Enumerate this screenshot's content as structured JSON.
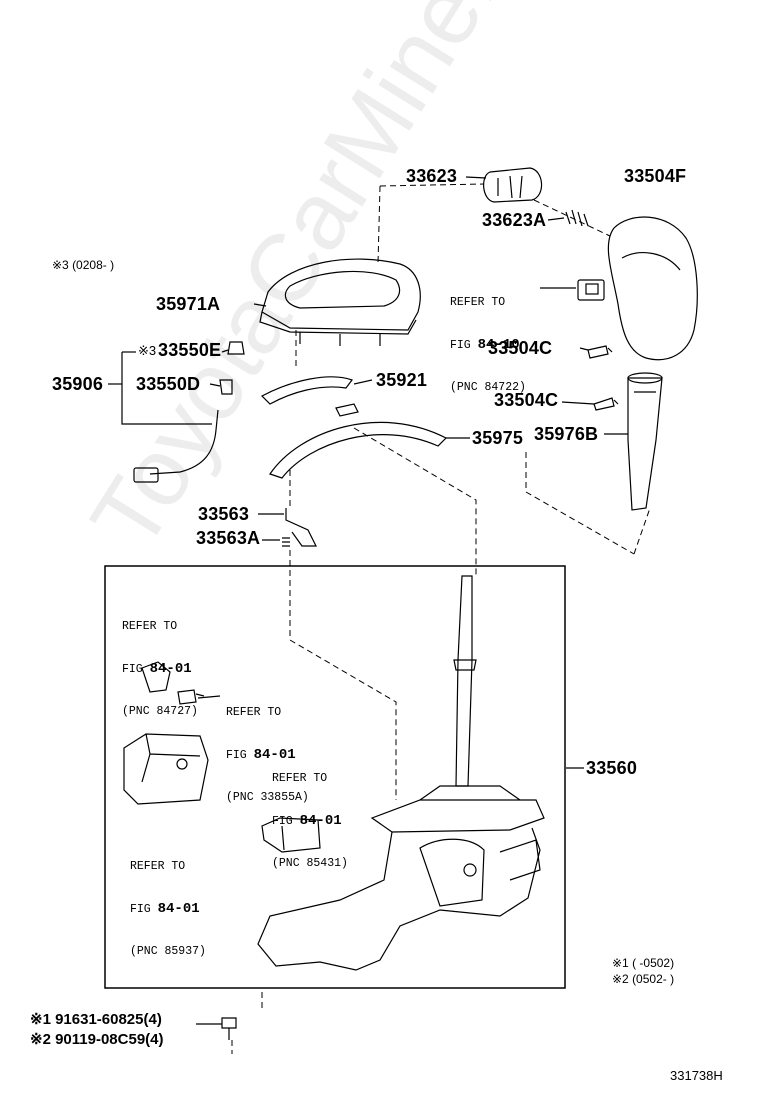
{
  "watermark": "ToyotaCarMine.ru",
  "labels": {
    "p33623": "33623",
    "p33504F": "33504F",
    "p33623A": "33623A",
    "p35971A": "35971A",
    "p33550E": "33550E",
    "p33550E_mark": "※3",
    "p35906": "35906",
    "p33550D": "33550D",
    "p35921": "35921",
    "p33504C_a": "33504C",
    "p33504C_b": "33504C",
    "p35975": "35975",
    "p35976B": "35976B",
    "p33563": "33563",
    "p33563A": "33563A",
    "p33560": "33560"
  },
  "notes": {
    "n3": "※3 (0208-      )",
    "n1": "※1 (    -0502)",
    "n2": "※2 (0502-     )"
  },
  "refs": {
    "r84722": {
      "l1": "REFER TO",
      "l2a": "FIG ",
      "l2b": "84-10",
      "l3": "(PNC 84722)"
    },
    "r84727": {
      "l1": "REFER TO",
      "l2a": "FIG ",
      "l2b": "84-01",
      "l3": "(PNC 84727)"
    },
    "r33855A": {
      "l1": "REFER TO",
      "l2a": "FIG ",
      "l2b": "84-01",
      "l3": "(PNC 33855A)"
    },
    "r85431": {
      "l1": "REFER TO",
      "l2a": "FIG ",
      "l2b": "84-01",
      "l3": "(PNC 85431)"
    },
    "r85937": {
      "l1": "REFER TO",
      "l2a": "FIG ",
      "l2b": "84-01",
      "l3": "(PNC 85937)"
    }
  },
  "bolts": {
    "b1": "※1 91631-60825(4)",
    "b2": "※2 90119-08C59(4)"
  },
  "figure_number": "331738H"
}
